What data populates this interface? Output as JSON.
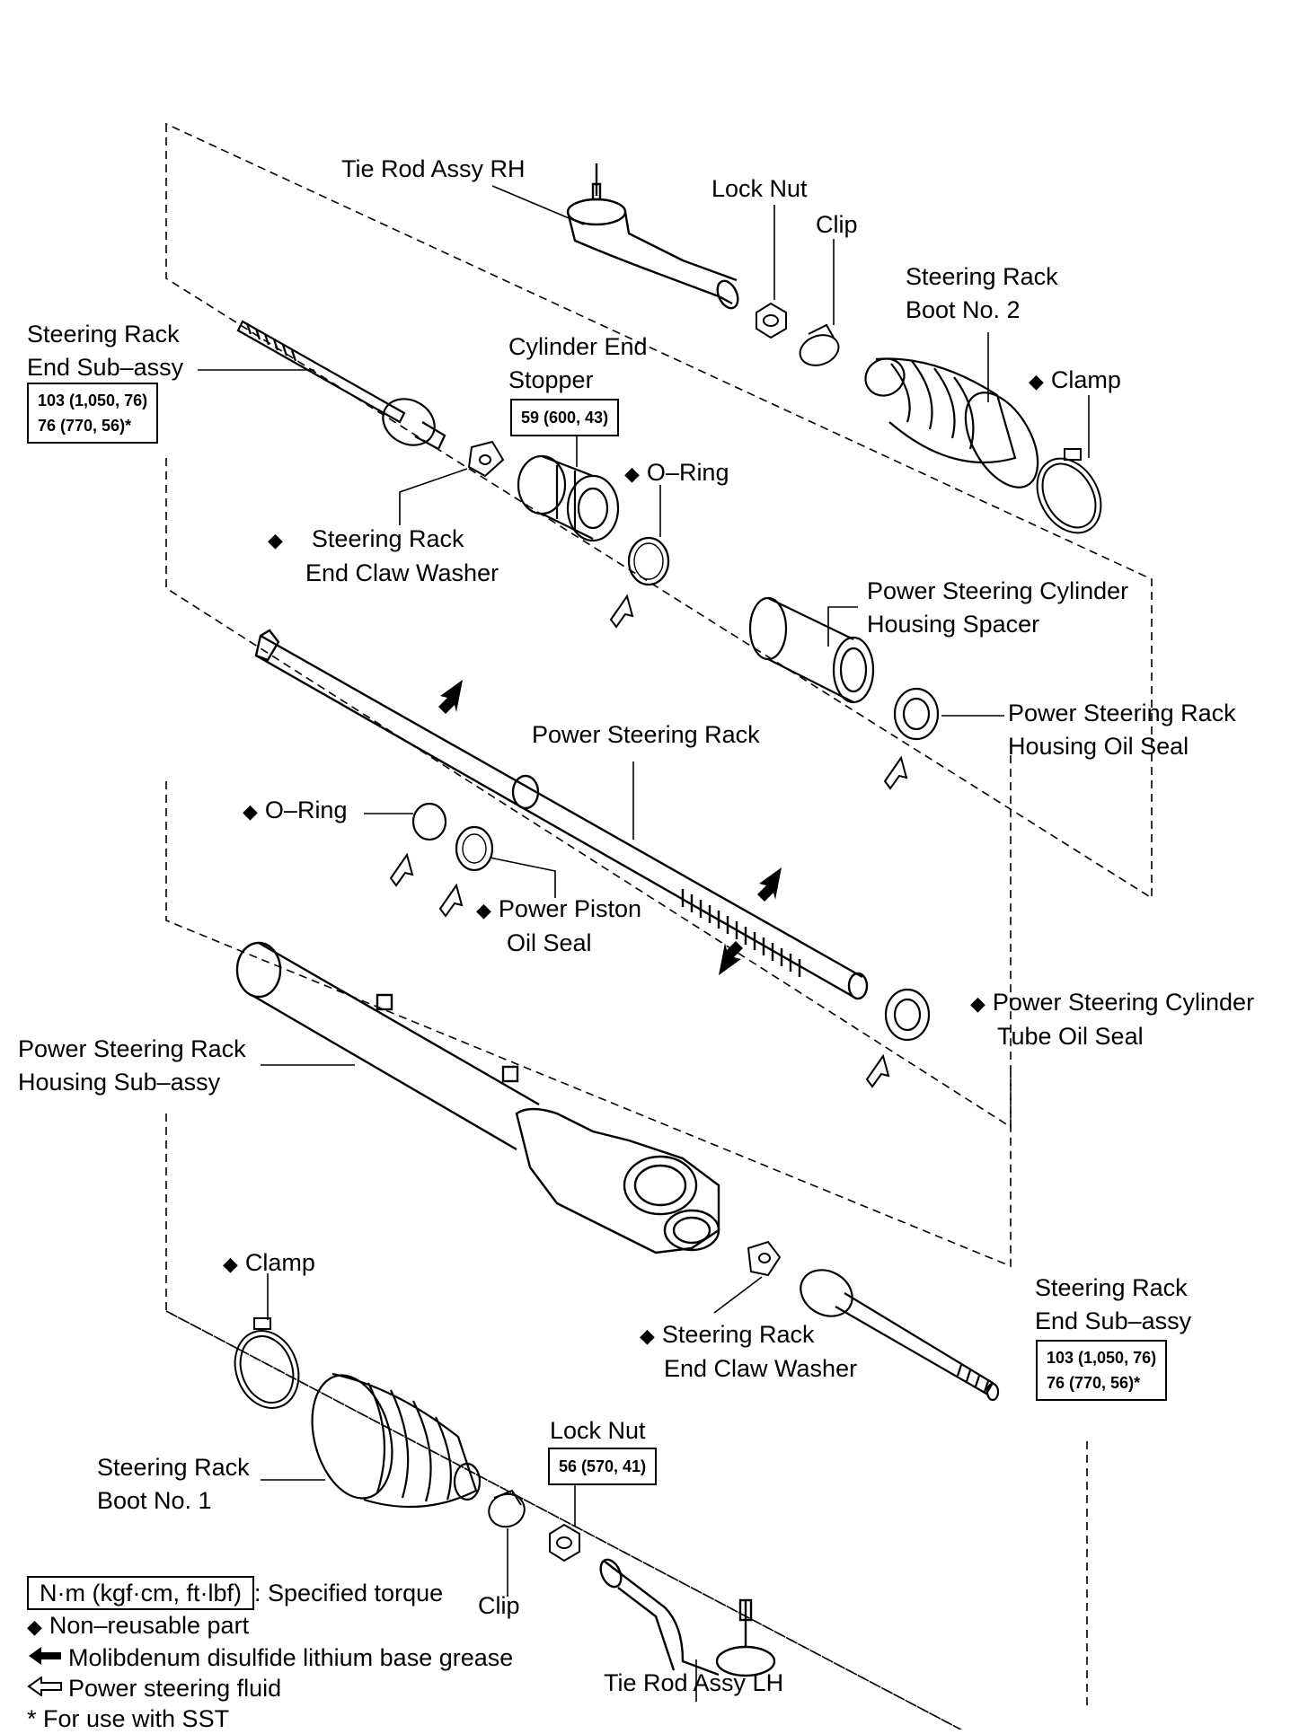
{
  "labels": {
    "tie_rod_rh": "Tie Rod Assy RH",
    "lock_nut_top": "Lock Nut",
    "clip_top": "Clip",
    "boot_no2": [
      "Steering Rack",
      "Boot No. 2"
    ],
    "clamp_top": "Clamp",
    "rack_end_left": [
      "Steering Rack",
      "End Sub–assy"
    ],
    "rack_end_left_torque": [
      "103 (1,050, 76)",
      "76 (770, 56)*"
    ],
    "cylinder_end_stopper": [
      "Cylinder End",
      "Stopper"
    ],
    "cylinder_end_stopper_torque": "59 (600, 43)",
    "o_ring_top": "O–Ring",
    "claw_washer_top": [
      "Steering Rack",
      "End Claw Washer"
    ],
    "cylinder_housing_spacer": [
      "Power Steering Cylinder",
      "Housing Spacer"
    ],
    "rack_housing_oil_seal": [
      "Power Steering Rack",
      "Housing Oil Seal"
    ],
    "power_steering_rack": "Power Steering Rack",
    "o_ring_mid": "O–Ring",
    "power_piston_oil_seal": [
      "Power Piston",
      "Oil Seal"
    ],
    "cylinder_tube_oil_seal": [
      "Power Steering Cylinder",
      "Tube Oil Seal"
    ],
    "rack_housing_sub_assy": [
      "Power Steering Rack",
      "Housing Sub–assy"
    ],
    "clamp_bottom": "Clamp",
    "claw_washer_bottom": [
      "Steering Rack",
      "End Claw Washer"
    ],
    "rack_end_right": [
      "Steering Rack",
      "End Sub–assy"
    ],
    "rack_end_right_torque": [
      "103 (1,050, 76)",
      "76 (770, 56)*"
    ],
    "lock_nut_bottom": "Lock Nut",
    "lock_nut_bottom_torque": "56 (570, 41)",
    "boot_no1": [
      "Steering Rack",
      "Boot No. 1"
    ],
    "clip_bottom": "Clip",
    "tie_rod_lh": "Tie Rod Assy LH"
  },
  "non_reusable_mark": "◆",
  "legend": {
    "torque_box": "N·m (kgf·cm, ft·lbf)",
    "torque_text": ": Specified torque",
    "non_reusable": "Non–reusable part",
    "grease": "Molibdenum disulfide lithium base grease",
    "fluid": "Power steering fluid",
    "sst": "* For use with SST"
  }
}
